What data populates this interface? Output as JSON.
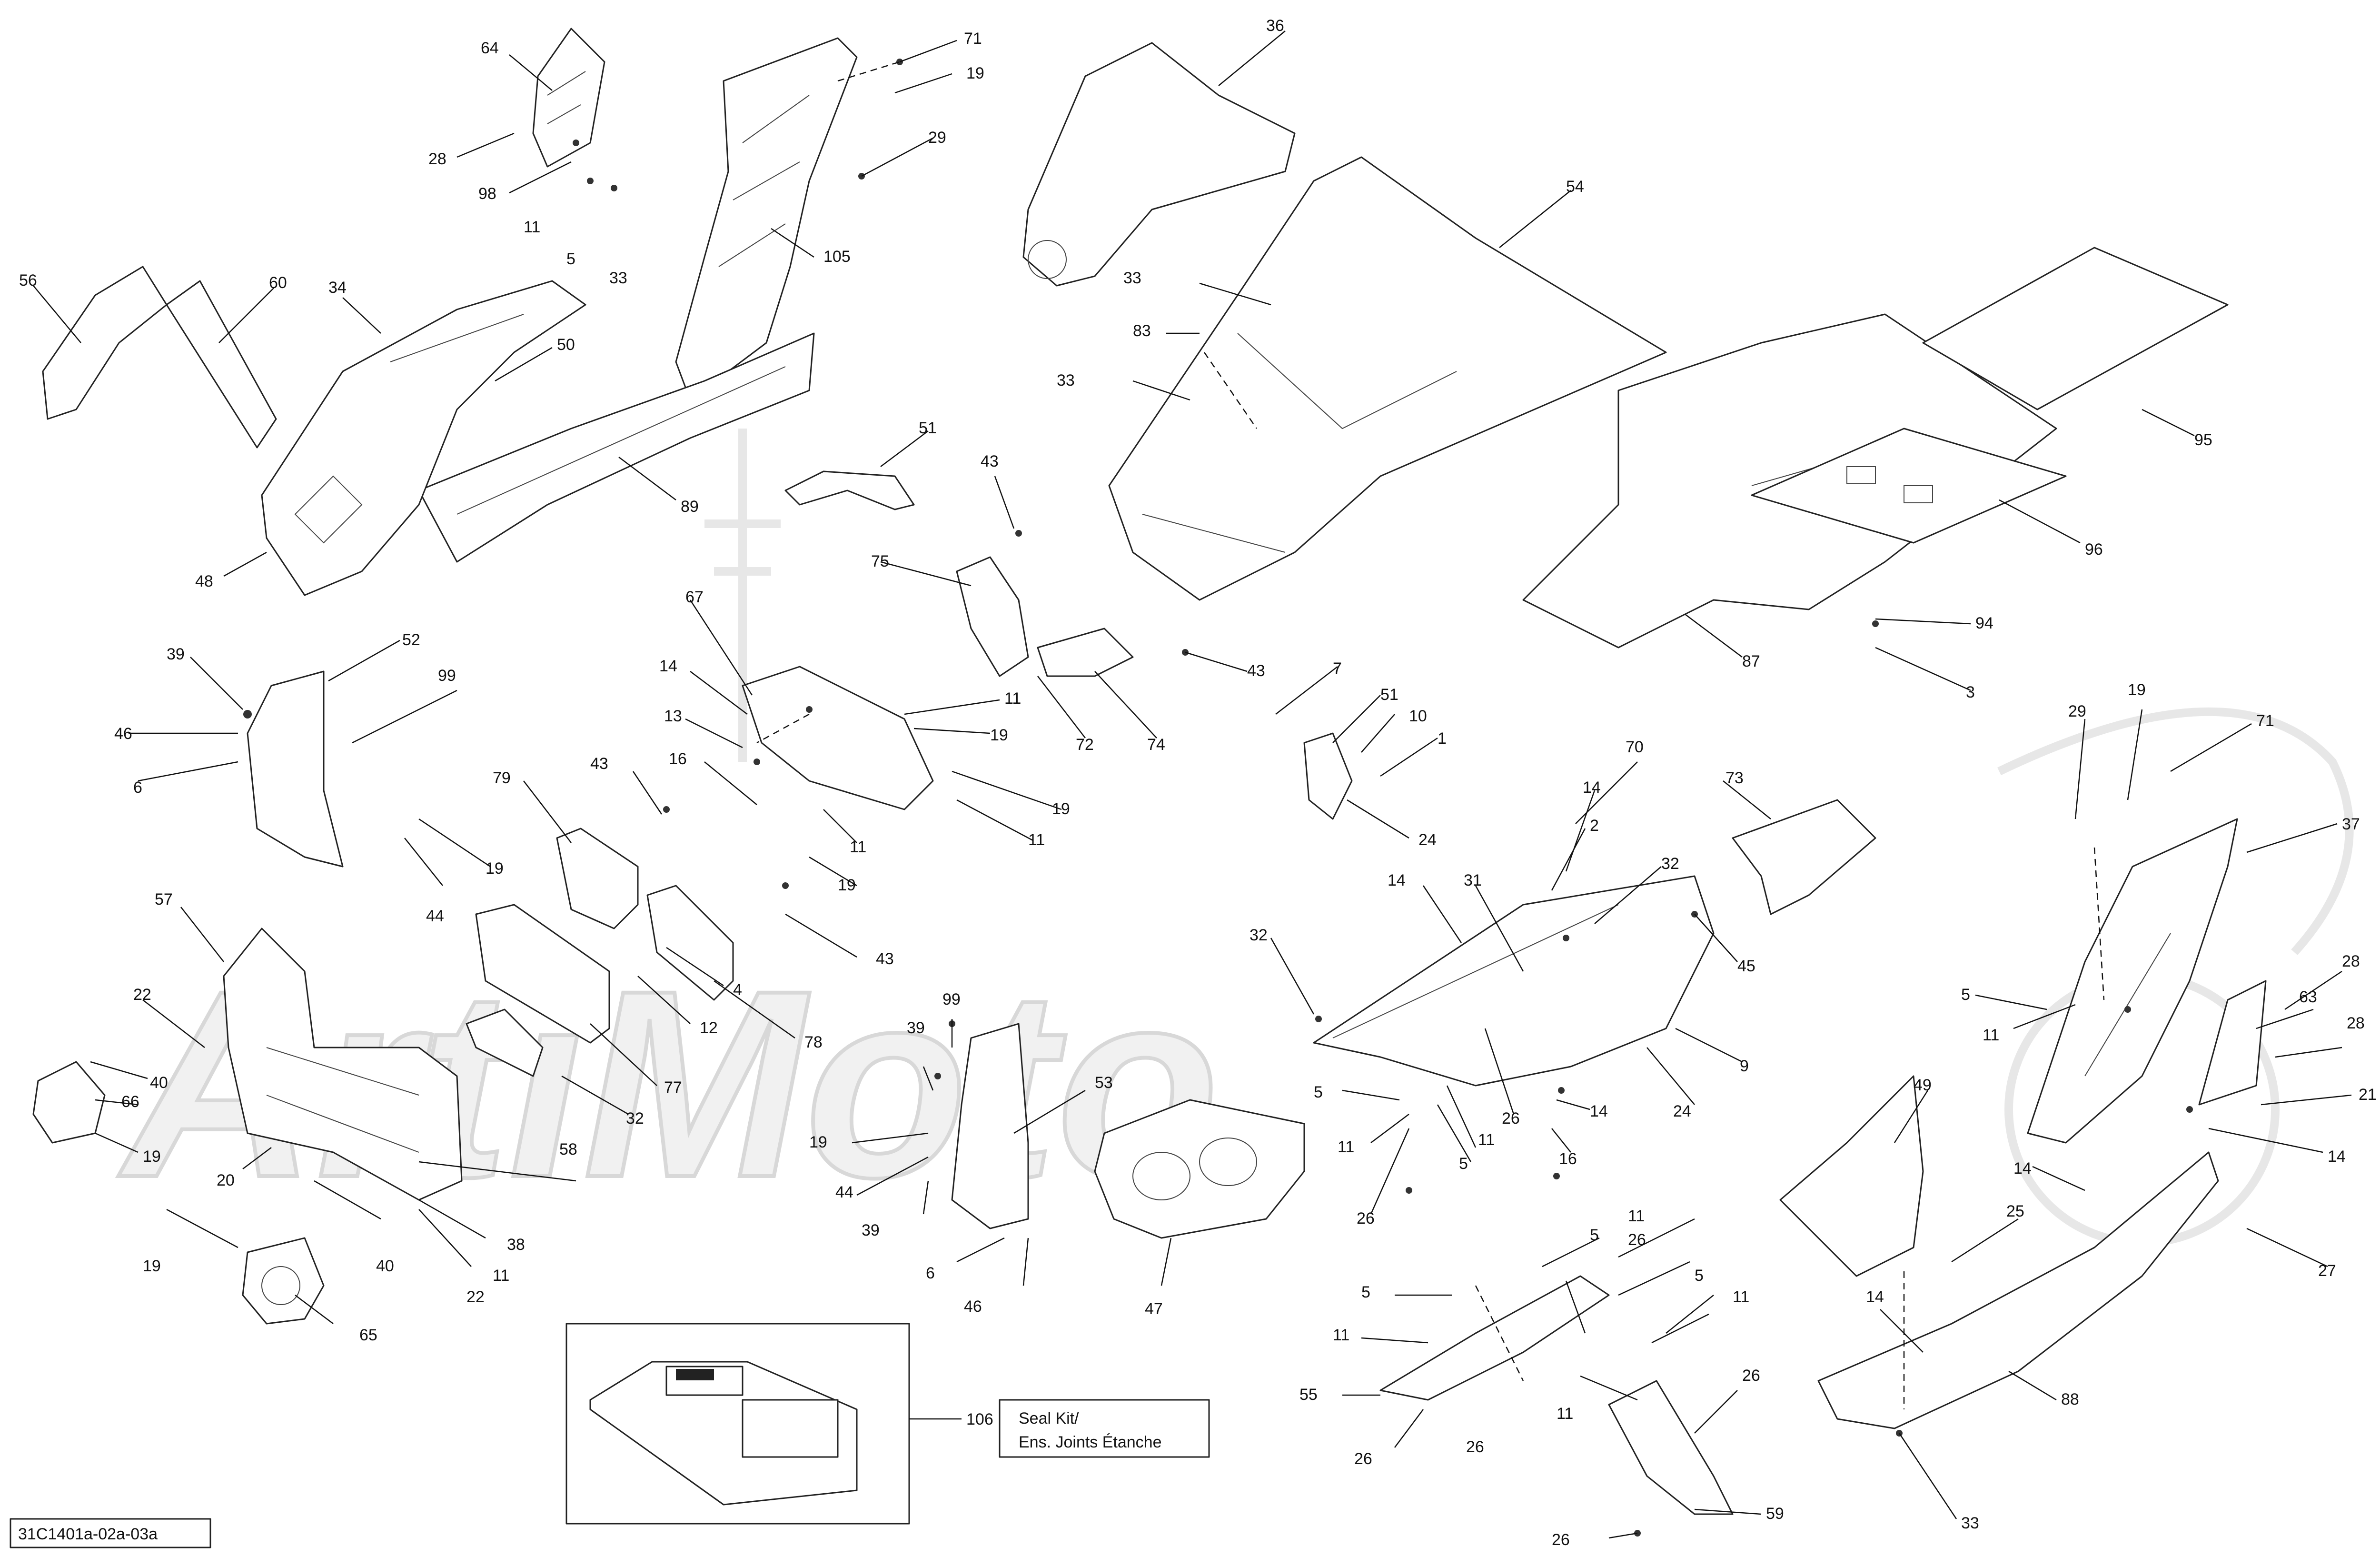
{
  "diagram": {
    "reference_code": "31C1401a-02a-03a",
    "kit": {
      "number": "106",
      "label_line1": "Seal Kit/",
      "label_line2": "Ens. Joints Étanche"
    },
    "watermark_text": "ArtiMoto",
    "callouts": [
      {
        "label": "71"
      },
      {
        "label": "19"
      },
      {
        "label": "29"
      },
      {
        "label": "64"
      },
      {
        "label": "28"
      },
      {
        "label": "98"
      },
      {
        "label": "11"
      },
      {
        "label": "5"
      },
      {
        "label": "33"
      },
      {
        "label": "105"
      },
      {
        "label": "36"
      },
      {
        "label": "54"
      },
      {
        "label": "33"
      },
      {
        "label": "83"
      },
      {
        "label": "33"
      },
      {
        "label": "56"
      },
      {
        "label": "60"
      },
      {
        "label": "34"
      },
      {
        "label": "50"
      },
      {
        "label": "89"
      },
      {
        "label": "48"
      },
      {
        "label": "51"
      },
      {
        "label": "43"
      },
      {
        "label": "75"
      },
      {
        "label": "95"
      },
      {
        "label": "96"
      },
      {
        "label": "87"
      },
      {
        "label": "94"
      },
      {
        "label": "3"
      },
      {
        "label": "39"
      },
      {
        "label": "52"
      },
      {
        "label": "99"
      },
      {
        "label": "46"
      },
      {
        "label": "6"
      },
      {
        "label": "19"
      },
      {
        "label": "44"
      },
      {
        "label": "67"
      },
      {
        "label": "14"
      },
      {
        "label": "13"
      },
      {
        "label": "16"
      },
      {
        "label": "11"
      },
      {
        "label": "19"
      },
      {
        "label": "19"
      },
      {
        "label": "11"
      },
      {
        "label": "11"
      },
      {
        "label": "19"
      },
      {
        "label": "72"
      },
      {
        "label": "74"
      },
      {
        "label": "43"
      },
      {
        "label": "7"
      },
      {
        "label": "51"
      },
      {
        "label": "10"
      },
      {
        "label": "1"
      },
      {
        "label": "24"
      },
      {
        "label": "79"
      },
      {
        "label": "43"
      },
      {
        "label": "43"
      },
      {
        "label": "57"
      },
      {
        "label": "22"
      },
      {
        "label": "40"
      },
      {
        "label": "66"
      },
      {
        "label": "19"
      },
      {
        "label": "20"
      },
      {
        "label": "4"
      },
      {
        "label": "12"
      },
      {
        "label": "78"
      },
      {
        "label": "77"
      },
      {
        "label": "32"
      },
      {
        "label": "58"
      },
      {
        "label": "38"
      },
      {
        "label": "19"
      },
      {
        "label": "40"
      },
      {
        "label": "11"
      },
      {
        "label": "22"
      },
      {
        "label": "65"
      },
      {
        "label": "99"
      },
      {
        "label": "39"
      },
      {
        "label": "53"
      },
      {
        "label": "19"
      },
      {
        "label": "44"
      },
      {
        "label": "39"
      },
      {
        "label": "6"
      },
      {
        "label": "46"
      },
      {
        "label": "47"
      },
      {
        "label": "70"
      },
      {
        "label": "14"
      },
      {
        "label": "2"
      },
      {
        "label": "73"
      },
      {
        "label": "14"
      },
      {
        "label": "31"
      },
      {
        "label": "32"
      },
      {
        "label": "32"
      },
      {
        "label": "45"
      },
      {
        "label": "9"
      },
      {
        "label": "24"
      },
      {
        "label": "5"
      },
      {
        "label": "26"
      },
      {
        "label": "14"
      },
      {
        "label": "11"
      },
      {
        "label": "11"
      },
      {
        "label": "5"
      },
      {
        "label": "16"
      },
      {
        "label": "26"
      },
      {
        "label": "29"
      },
      {
        "label": "19"
      },
      {
        "label": "71"
      },
      {
        "label": "37"
      },
      {
        "label": "63"
      },
      {
        "label": "28"
      },
      {
        "label": "5"
      },
      {
        "label": "11"
      },
      {
        "label": "28"
      },
      {
        "label": "21"
      },
      {
        "label": "14"
      },
      {
        "label": "49"
      },
      {
        "label": "14"
      },
      {
        "label": "25"
      },
      {
        "label": "27"
      },
      {
        "label": "5"
      },
      {
        "label": "11"
      },
      {
        "label": "26"
      },
      {
        "label": "5"
      },
      {
        "label": "11"
      },
      {
        "label": "11"
      },
      {
        "label": "5"
      },
      {
        "label": "11"
      },
      {
        "label": "55"
      },
      {
        "label": "26"
      },
      {
        "label": "26"
      },
      {
        "label": "26"
      },
      {
        "label": "14"
      },
      {
        "label": "88"
      },
      {
        "label": "59"
      },
      {
        "label": "26"
      },
      {
        "label": "33"
      }
    ]
  }
}
